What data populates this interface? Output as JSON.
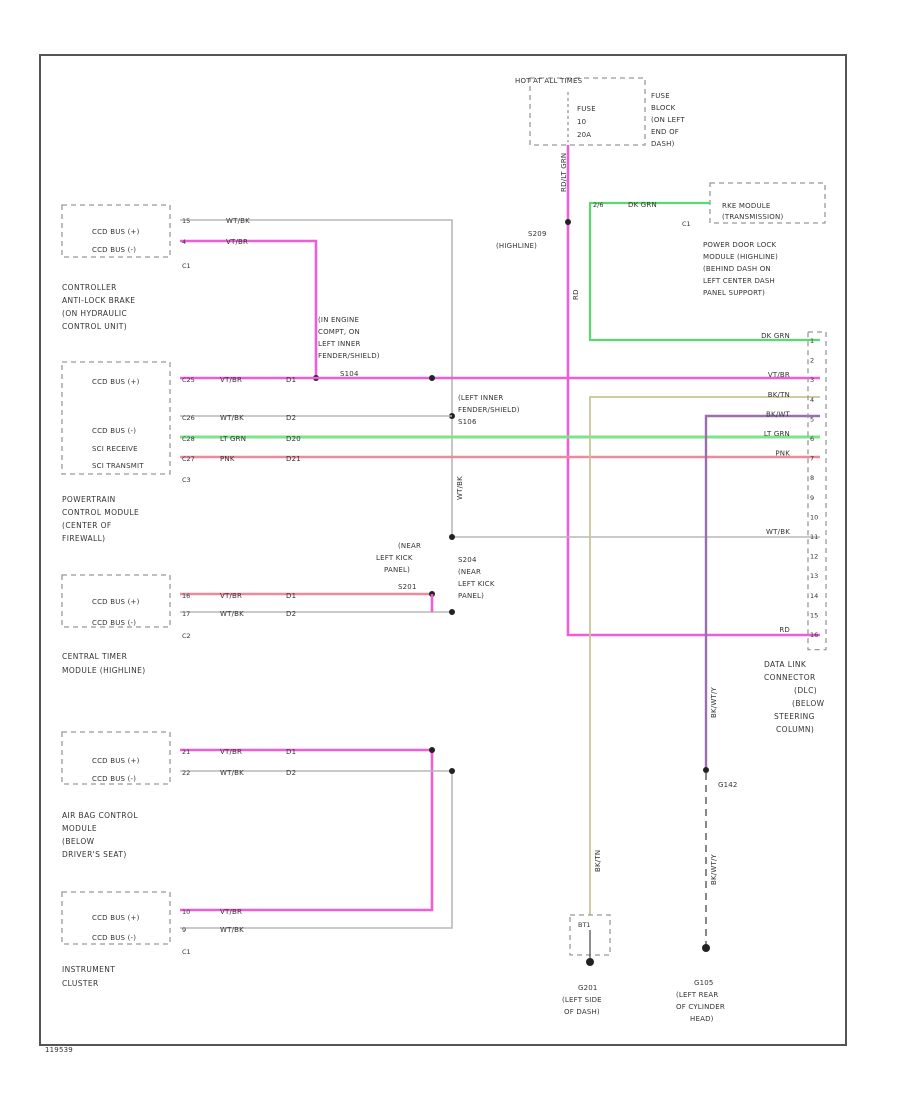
{
  "fuse": {
    "hot": "HOT AT ALL TIMES",
    "line1": "FUSE",
    "line2": "10",
    "line3": "20A",
    "block": [
      "FUSE",
      "BLOCK",
      "(ON LEFT",
      "END OF",
      "DASH)"
    ],
    "wire": "RD/LT GRN"
  },
  "splices": {
    "s209": [
      "S209",
      "(HIGHLINE)"
    ],
    "underhood": [
      "(IN ENGINE",
      "COMPT, ON",
      "LEFT INNER",
      "FENDER/SHIELD)"
    ],
    "s104": "S104",
    "s106_loc": [
      "(LEFT INNER",
      "FENDER/SHIELD)"
    ],
    "s106": "S106",
    "s201": [
      "S201",
      "(NEAR",
      "LEFT KICK",
      "PANEL)"
    ],
    "s204": [
      "S204",
      "(NEAR",
      "LEFT KICK",
      "PANEL)"
    ],
    "g142": "G142",
    "wire_vert_wt": "WT/BK",
    "wire_vert_rd": "RD",
    "wire_tan": "BK/TN",
    "wire_vio": "BK/WT/Y"
  },
  "grounds": {
    "g201": [
      "G201",
      "(LEFT SIDE",
      "OF DASH)"
    ],
    "g105": [
      "G105",
      "(LEFT REAR",
      "OF CYLINDER",
      "HEAD)"
    ],
    "g201_box": "BT1"
  },
  "modules": {
    "abs": {
      "pins": [
        [
          "CCD BUS (+)",
          "15",
          "WT/BK"
        ],
        [
          "CCD BUS (-)",
          "4",
          "VT/BR"
        ]
      ],
      "conn": "C1",
      "name": [
        "CONTROLLER",
        "ANTI-LOCK BRAKE",
        "(ON HYDRAULIC",
        "CONTROL UNIT)"
      ]
    },
    "pcm": {
      "pins": [
        [
          "CCD BUS (+)",
          "C25",
          "VT/BR",
          "D1"
        ],
        [
          "CCD BUS (-)",
          "C26",
          "WT/BK",
          "D2"
        ],
        [
          "SCI RECEIVE",
          "C28",
          "LT GRN",
          "D20"
        ],
        [
          "SCI TRANSMIT",
          "C27",
          "PNK",
          "D21"
        ]
      ],
      "conn": "C3",
      "name": [
        "POWERTRAIN",
        "CONTROL MODULE",
        "(CENTER OF",
        "FIREWALL)"
      ]
    },
    "ctm": {
      "pins": [
        [
          "CCD BUS (+)",
          "16",
          "VT/BR",
          "D1"
        ],
        [
          "CCD BUS (-)",
          "17",
          "WT/BK",
          "D2"
        ]
      ],
      "conn": "C2",
      "name": [
        "CENTRAL TIMER",
        "MODULE   (HIGHLINE)"
      ]
    },
    "airbag": {
      "pins": [
        [
          "CCD BUS (+)",
          "21",
          "VT/BR",
          "D1"
        ],
        [
          "CCD BUS (-)",
          "22",
          "WT/BK",
          "D2"
        ]
      ],
      "name": [
        "AIR BAG CONTROL",
        "MODULE",
        "(BELOW",
        "DRIVER'S SEAT)"
      ]
    },
    "cluster": {
      "pins": [
        [
          "CCD BUS (+)",
          "10",
          "VT/BR"
        ],
        [
          "CCD BUS (-)",
          "9",
          "WT/BK"
        ]
      ],
      "conn": "C1",
      "name": [
        "INSTRUMENT",
        "CLUSTER"
      ]
    }
  },
  "rke": {
    "box": [
      "RKE MODULE",
      "(TRANSMISSION)"
    ],
    "wire": "DK GRN",
    "pin": "2/6",
    "conn": "C1",
    "door_lock": [
      "POWER DOOR LOCK",
      "MODULE   (HIGHLINE)",
      "(BEHIND DASH ON",
      "LEFT CENTER DASH",
      "PANEL SUPPORT)"
    ]
  },
  "dlc": {
    "pins": [
      {
        "num": "1",
        "wire": "DK GRN"
      },
      {
        "num": "2",
        "wire": ""
      },
      {
        "num": "3",
        "wire": "VT/BR"
      },
      {
        "num": "4",
        "wire": "BK/TN"
      },
      {
        "num": "5",
        "wire": "BK/WT"
      },
      {
        "num": "6",
        "wire": "LT GRN"
      },
      {
        "num": "7",
        "wire": "PNK"
      },
      {
        "num": "8",
        "wire": ""
      },
      {
        "num": "9",
        "wire": ""
      },
      {
        "num": "10",
        "wire": ""
      },
      {
        "num": "11",
        "wire": "WT/BK"
      },
      {
        "num": "12",
        "wire": ""
      },
      {
        "num": "13",
        "wire": ""
      },
      {
        "num": "14",
        "wire": ""
      },
      {
        "num": "15",
        "wire": ""
      },
      {
        "num": "16",
        "wire": "RD"
      }
    ],
    "name": [
      "DATA LINK",
      "CONNECTOR",
      "(DLC)",
      "(BELOW",
      "STEERING",
      "COLUMN)"
    ]
  },
  "footer": "119539",
  "colors": {
    "vt_br": "#ee5fd6",
    "wt_bk": "#b8b8b8",
    "dk_grn": "#5cd870",
    "lt_grn": "#7ee48a",
    "pnk": "#f08a9a",
    "bk_tn": "#c8c49a",
    "bk_wt": "#9a6fb0"
  }
}
